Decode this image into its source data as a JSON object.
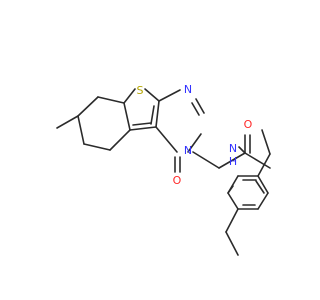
{
  "molecule": {
    "atoms": [
      {
        "id": "S1",
        "symbol": "S",
        "color": "#b5a600"
      },
      {
        "id": "N1",
        "symbol": "N",
        "color": "#3333ff"
      },
      {
        "id": "N2",
        "symbol": "N",
        "color": "#3333ff"
      },
      {
        "id": "O1",
        "symbol": "O",
        "color": "#ff2a2a"
      },
      {
        "id": "O2",
        "symbol": "O",
        "color": "#ff2a2a"
      },
      {
        "id": "NH1",
        "symbol": "N",
        "color": "#3333ff"
      },
      {
        "id": "H1",
        "symbol": "H",
        "color": "#3333ff"
      }
    ]
  },
  "colors": {
    "bond": "#2b2b2b",
    "background": "#ffffff"
  }
}
